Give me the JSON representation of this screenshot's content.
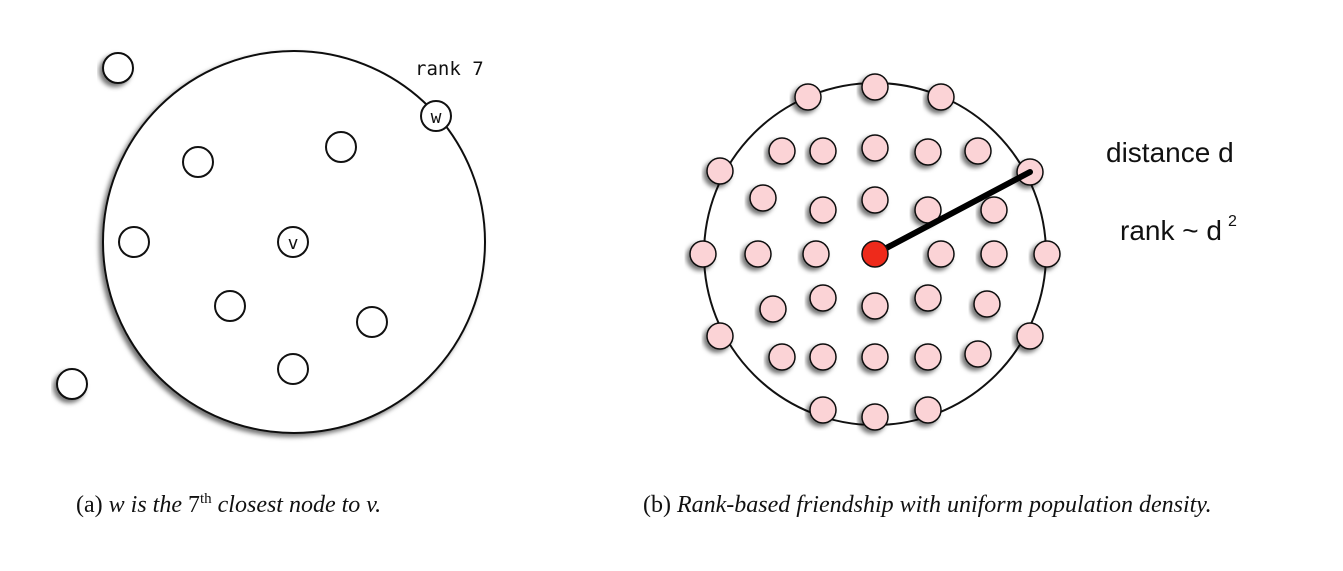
{
  "panel_a": {
    "node_v_label": "v",
    "node_w_label": "w",
    "rank_label": "rank 7",
    "caption": {
      "prefix": "(a)",
      "text_1": "w is the",
      "ordinal": "7",
      "ordinal_suffix": "th",
      "text_2": "closest node to v."
    }
  },
  "panel_b": {
    "distance_label": "distance d",
    "rank_label": "rank ~ d",
    "rank_exponent": "2",
    "caption": {
      "prefix": "(b)",
      "text": "Rank-based friendship with uniform population density."
    }
  },
  "colors": {
    "stroke": "#111111",
    "node_fill_a": "#ffffff",
    "node_fill_b": "#fbd3d6",
    "center_node": "#ee2a1b"
  }
}
